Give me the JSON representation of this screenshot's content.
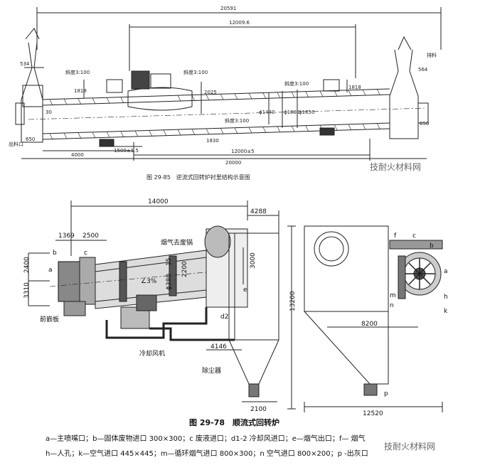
{
  "figure_top": {
    "dims": {
      "overall": "20591",
      "span": "12009.6",
      "bottom_total": "20000",
      "bottom_mid": "12000±5",
      "bottom_left": "4000",
      "bottom_small": "1500±1.5",
      "d_534": "534",
      "d_564": "564",
      "d_650_left": "650",
      "d_650_right": "650",
      "d_30": "30",
      "d_1818_left": "1818",
      "d_1818_right": "1818",
      "d_2025": "2025",
      "d_1830": "1830",
      "dia_1440": "ϕ1440",
      "dia_1800": "ϕ1800",
      "dia_1850": "ϕ1850",
      "slope_1": "斜度3:100",
      "slope_2": "斜度3:100",
      "slope_3": "斜度3:100",
      "slope_4": "斜度3:100",
      "feed_label": "排料",
      "left_label": "出料口"
    },
    "caption": "图 29-85　逆流式回转炉衬里结构示意图",
    "watermark": "技耐火材料网"
  },
  "figure_bottom": {
    "dims": {
      "d_14000": "14000",
      "d_4288": "4288",
      "d_1369": "1369",
      "d_2500": "2500",
      "d_2400": "2400",
      "d_3310": "3310",
      "d_15": "15",
      "d_2200": "2200",
      "d_3000": "3000",
      "d_13200": "13200",
      "dia_380": "ϕ380",
      "slope": "∠3%",
      "d_4146": "4146",
      "d_2100": "2100",
      "d_8200": "8200",
      "d_12520": "12520"
    },
    "labels": {
      "flue_gas": "烟气去废锅",
      "front_plate": "前嵌板",
      "cooling_fan": "冷却风机",
      "dust_collector": "除尘器",
      "d2": "d2",
      "a": "a",
      "b": "b",
      "c": "c",
      "e": "e",
      "f": "f",
      "h": "h",
      "k": "k",
      "m": "m",
      "n": "n",
      "p": "p",
      "b2": "b",
      "c2": "c",
      "a2": "a"
    },
    "caption": "图 29-78　顺流式回转炉",
    "legend_line1": "a—主喷嘴口；b—固体废物进口 300×300；c 废液进口；d1-2 冷却风进口；e—烟气出口；f— 烟气",
    "legend_line2": "h—人孔；k—空气进口 445×445；m—循环烟气进口 800×300；n 空气进口 800×200；p -出灰口",
    "watermark": "技耐火材料网"
  }
}
